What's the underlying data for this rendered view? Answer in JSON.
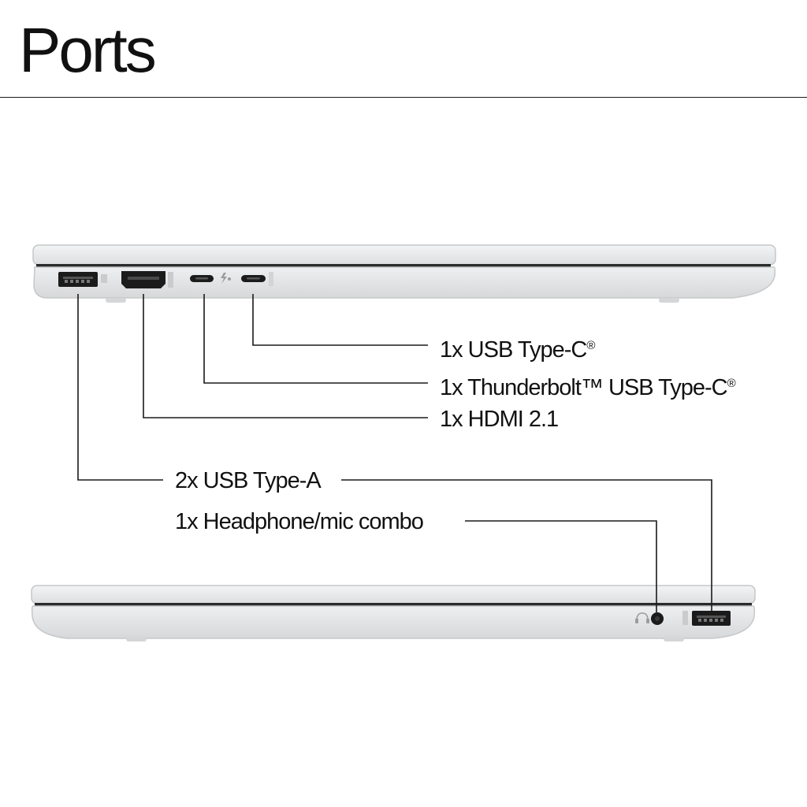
{
  "page": {
    "title": "Ports"
  },
  "labels": {
    "usb_c": {
      "text": "1x USB Type-C",
      "mark": "®"
    },
    "thunderbolt": {
      "text": "1x Thunderbolt™ USB Type-C",
      "mark": "®"
    },
    "hdmi": {
      "text": "1x HDMI 2.1"
    },
    "usb_a": {
      "text": "2x USB Type-A"
    },
    "headphone": {
      "text": "1x Headphone/mic combo"
    }
  },
  "colors": {
    "line": "#1a1a1a",
    "chassis": "#e9eaeb",
    "chassis_edge": "#c7c9cb",
    "port": "#1b1b1b"
  }
}
